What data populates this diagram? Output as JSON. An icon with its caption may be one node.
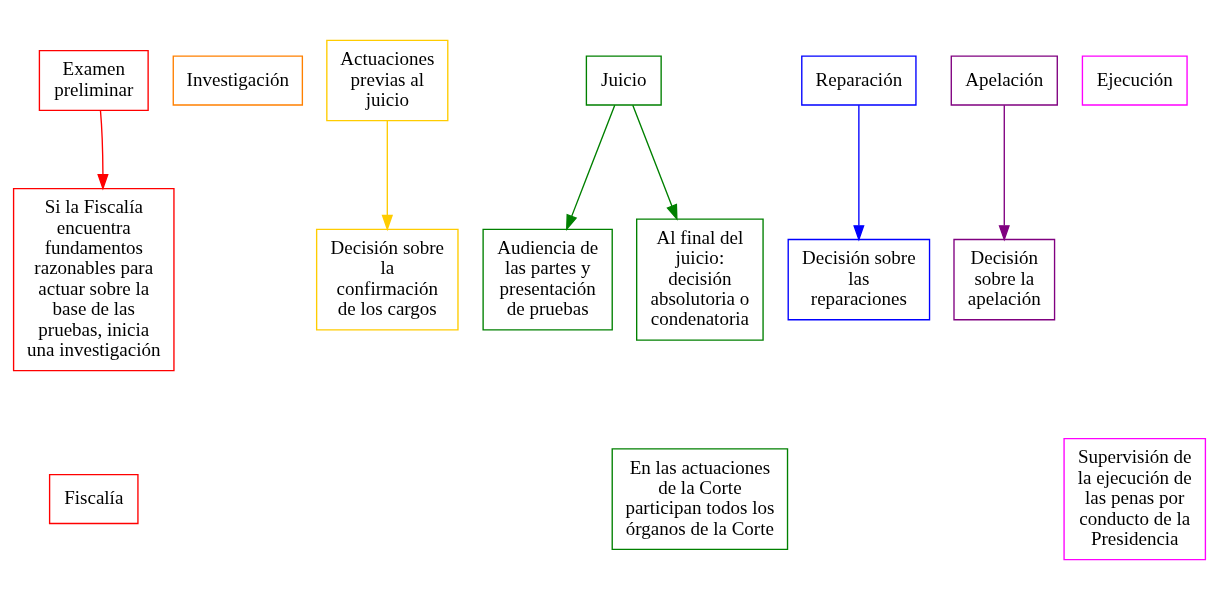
{
  "diagram": {
    "nodes": [
      {
        "text": [
          "Examen preliminar"
        ]
      },
      {
        "text": [
          "Investigación"
        ]
      },
      {
        "text": [
          "Actuaciones previas al juicio"
        ]
      },
      {
        "text": [
          "Juicio"
        ]
      },
      {
        "text": [
          "Reparación"
        ]
      },
      {
        "text": [
          "Apelación"
        ]
      },
      {
        "text": [
          "Ejecución"
        ]
      },
      {
        "text": [
          "Si la Fiscalía encuentra fundamentos razonables para actuar sobre la base de las pruebas, inicia una investigación"
        ]
      },
      {
        "text": [
          "Decisión sobre la confirmación de los cargos"
        ]
      },
      {
        "text": [
          "Audiencia de las partes y presentación de pruebas"
        ]
      },
      {
        "text": [
          "Al final del juicio: decisión absolutoria o condenatoria"
        ]
      },
      {
        "text": [
          "Decisión sobre las reparaciones"
        ]
      },
      {
        "text": [
          "Decisión sobre la apelación"
        ]
      },
      {
        "text": [
          "Fiscalía"
        ]
      },
      {
        "text": [
          "En las actuaciones de la Corte participan todos los órganos de la Corte"
        ]
      },
      {
        "text": [
          "Supervisión de la ejecución de las penas por conducto de la Presidencia"
        ]
      }
    ],
    "edges": [
      {
        "from": 0,
        "to": 7,
        "arrow": "to",
        "color": "#ff0000"
      },
      {
        "from": 2,
        "to": 8,
        "arrow": "to",
        "color": "#ffcc00"
      },
      {
        "from": 3,
        "to": 9,
        "arrow": "to",
        "color": "#008000"
      },
      {
        "from": 3,
        "to": 10,
        "arrow": "to",
        "color": "#008000"
      },
      {
        "from": 4,
        "to": 11,
        "arrow": "to",
        "color": "#0000ff"
      },
      {
        "from": 5,
        "to": 12,
        "arrow": "to",
        "color": "#800080"
      }
    ]
  }
}
